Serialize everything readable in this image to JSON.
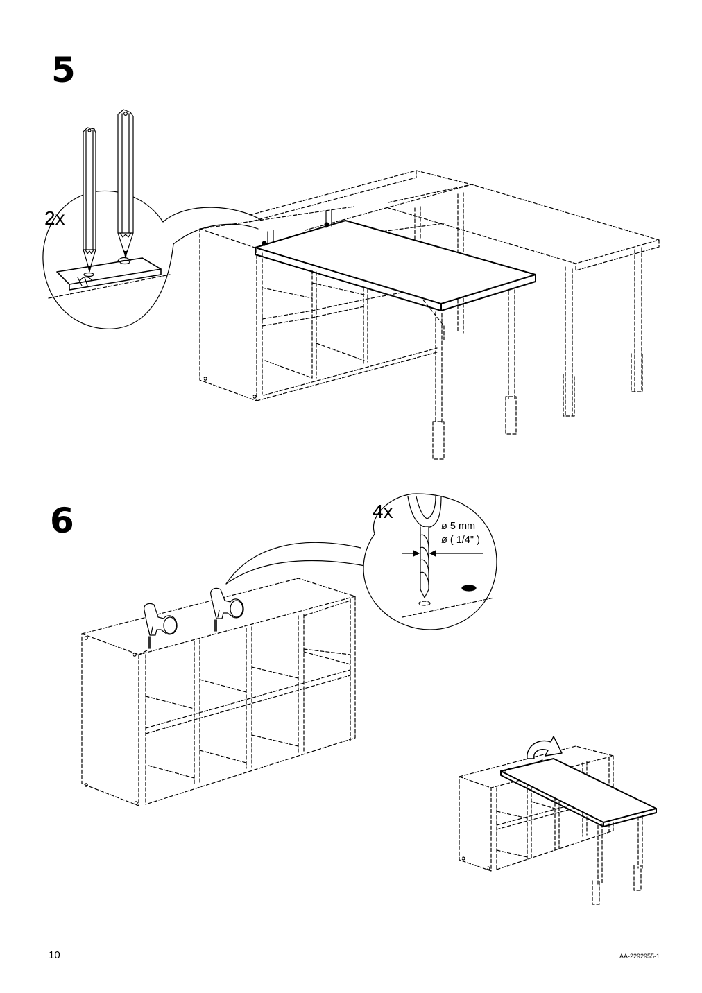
{
  "steps": [
    {
      "number": "5",
      "quantity": "2x"
    },
    {
      "number": "6",
      "quantity": "4x",
      "drill_size_metric": "ø 5 mm",
      "drill_size_imperial": "ø ( 1/4\" )"
    }
  ],
  "footer": {
    "page_number": "10",
    "document_id": "AA-2292955-1"
  },
  "icons": {
    "step5": [
      "pencil-icon",
      "magnifier-detail-callout",
      "desk-panel-illustration"
    ],
    "step6": [
      "drill-icon",
      "drill-bit-detail-callout",
      "shelf-unit-illustration",
      "flip-arrow-icon"
    ]
  }
}
